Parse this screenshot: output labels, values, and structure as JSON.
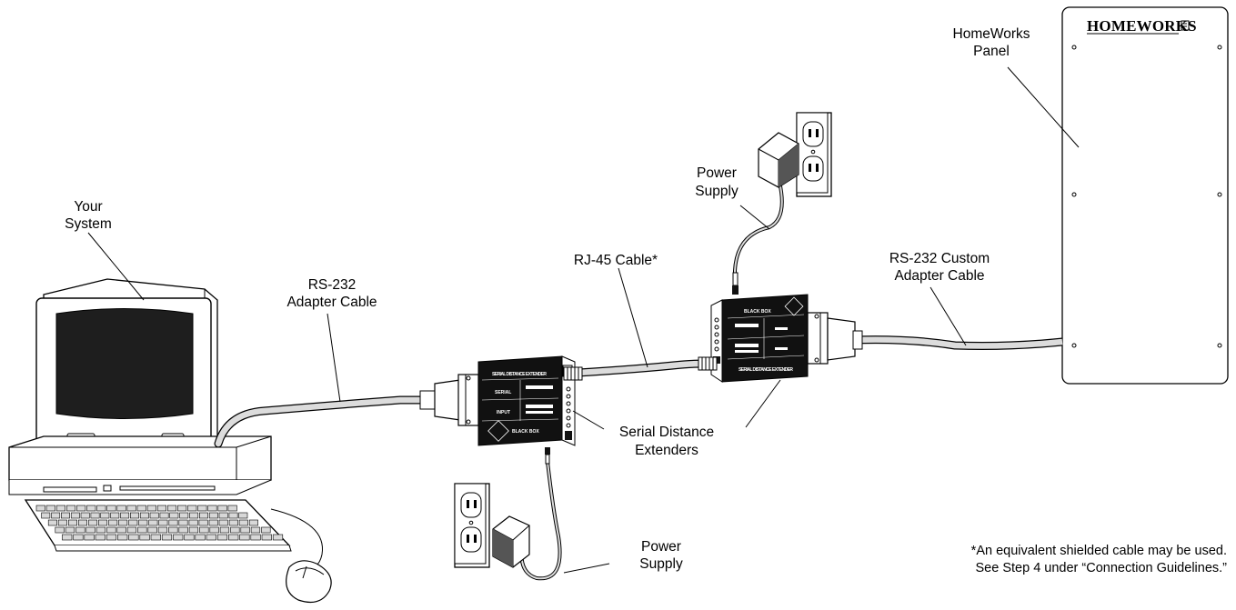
{
  "labels": {
    "homeworks_panel": [
      "HomeWorks",
      "Panel"
    ],
    "your_system": [
      "Your",
      "System"
    ],
    "rs232_adapter": [
      "RS-232",
      "Adapter Cable"
    ],
    "rj45_cable": "RJ-45 Cable*",
    "power_supply_top": [
      "Power",
      "Supply"
    ],
    "power_supply_bottom": [
      "Power",
      "Supply"
    ],
    "rs232_custom": [
      "RS-232 Custom",
      "Adapter Cable"
    ],
    "serial_extenders": [
      "Serial Distance",
      "Extenders"
    ]
  },
  "logo_text": "HOMEWORKS",
  "device_brand": "BLACK BOX",
  "device_title": "SERIAL DISTANCE EXTENDER",
  "device_ports": [
    "SERIAL",
    "INPUT"
  ],
  "footnote": [
    "*An equivalent shielded cable may be used.",
    "See Step 4 under “Connection Guidelines.”"
  ],
  "icons": [
    "computer-icon",
    "keyboard-icon",
    "mouse-icon",
    "wall-outlet-icon",
    "power-adapter-icon",
    "db25-connector-icon",
    "rj45-plug-icon",
    "serial-extender-icon",
    "homeworks-panel-icon"
  ]
}
